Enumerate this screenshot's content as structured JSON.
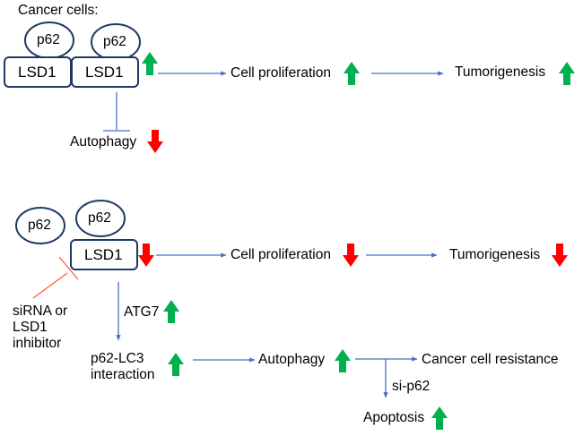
{
  "colors": {
    "outline": "#1f3864",
    "connector": "#4472c4",
    "inhibit_red": "#ff5a36",
    "up_green": "#00b050",
    "down_red": "#ff0000",
    "text": "#000000"
  },
  "panel_top": {
    "heading": "Cancer cells:",
    "complex": {
      "p62_left": "p62",
      "p62_right": "p62",
      "lsd1_left": "LSD1",
      "lsd1_right": "LSD1",
      "indicator": "up"
    },
    "cell_proliferation": {
      "label": "Cell proliferation",
      "indicator": "up"
    },
    "tumorigenesis": {
      "label": "Tumorigenesis",
      "indicator": "up"
    },
    "autophagy": {
      "label": "Autophagy",
      "indicator": "down"
    }
  },
  "panel_bottom": {
    "complex": {
      "p62_free": "p62",
      "p62_bound": "p62",
      "lsd1": "LSD1",
      "indicator": "down"
    },
    "inhibitor": {
      "label": "siRNA or LSD1 inhibitor",
      "line1": "siRNA or",
      "line2": "LSD1",
      "line3": "inhibitor"
    },
    "cell_proliferation": {
      "label": "Cell proliferation",
      "indicator": "down"
    },
    "tumorigenesis": {
      "label": "Tumorigenesis",
      "indicator": "down"
    },
    "atg7": {
      "label": "ATG7",
      "indicator": "up"
    },
    "p62_lc3": {
      "line1": "p62-LC3",
      "line2": "interaction",
      "indicator": "up"
    },
    "autophagy": {
      "label": "Autophagy",
      "indicator": "up"
    },
    "resistance": {
      "label": "Cancer cell resistance"
    },
    "si_p62": {
      "label": "si-p62"
    },
    "apoptosis": {
      "label": "Apoptosis",
      "indicator": "up"
    }
  }
}
